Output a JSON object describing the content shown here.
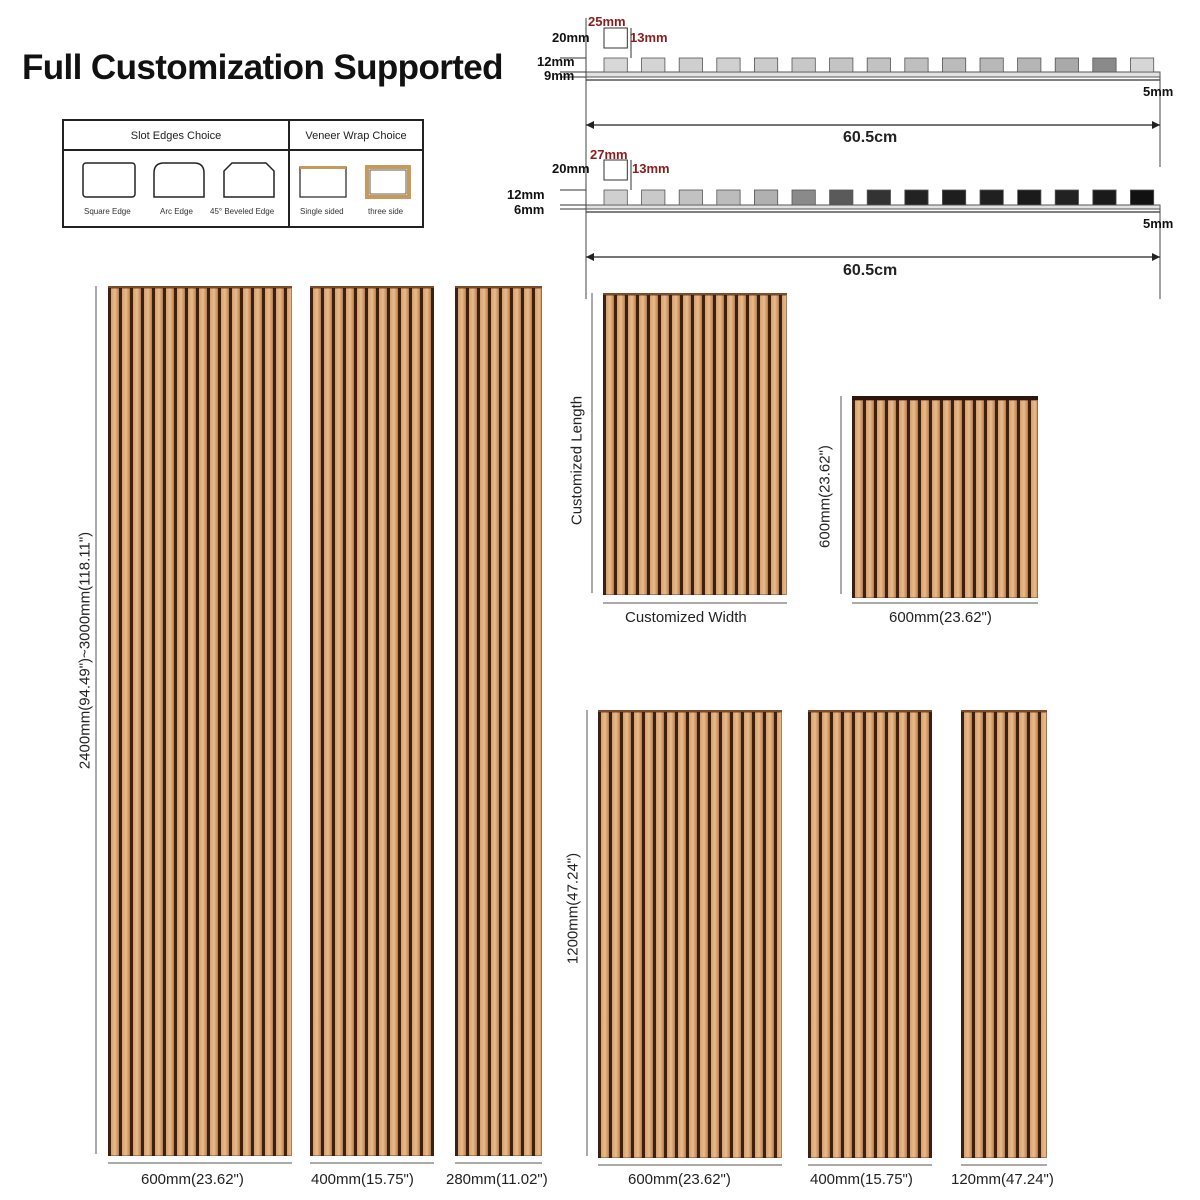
{
  "title": "Full Customization Supported",
  "options_table": {
    "slot_header": "Slot Edges Choice",
    "veneer_header": "Veneer Wrap Choice",
    "slot_items": [
      "Square Edge",
      "Arc Edge",
      "45° Beveled Edge"
    ],
    "veneer_items": [
      "Single sided",
      "three side"
    ]
  },
  "profile_top": {
    "slot_gap": "20mm",
    "slat_width": "25mm",
    "slat_slot": "13mm",
    "slat_height": "12mm",
    "base_height": "9mm",
    "felt": "5mm",
    "total_width": "60.5cm"
  },
  "profile_bottom": {
    "slot_gap": "20mm",
    "slat_width": "27mm",
    "slat_slot": "13mm",
    "slat_height": "12mm",
    "base_height": "6mm",
    "felt": "5mm",
    "total_width": "60.5cm"
  },
  "dimensions": {
    "tall_height": "2400mm(94.49\")~3000mm(118.11\")",
    "tall_widths": [
      "600mm(23.62\")",
      "400mm(15.75\")",
      "280mm(11.02\")"
    ],
    "custom_length": "Customized Length",
    "custom_width": "Customized Width",
    "square_height": "600mm(23.62\")",
    "square_width": "600mm(23.62\")",
    "mid_height": "1200mm(47.24\")",
    "mid_widths": [
      "600mm(23.62\")",
      "400mm(15.75\")",
      "120mm(47.24\")"
    ]
  }
}
